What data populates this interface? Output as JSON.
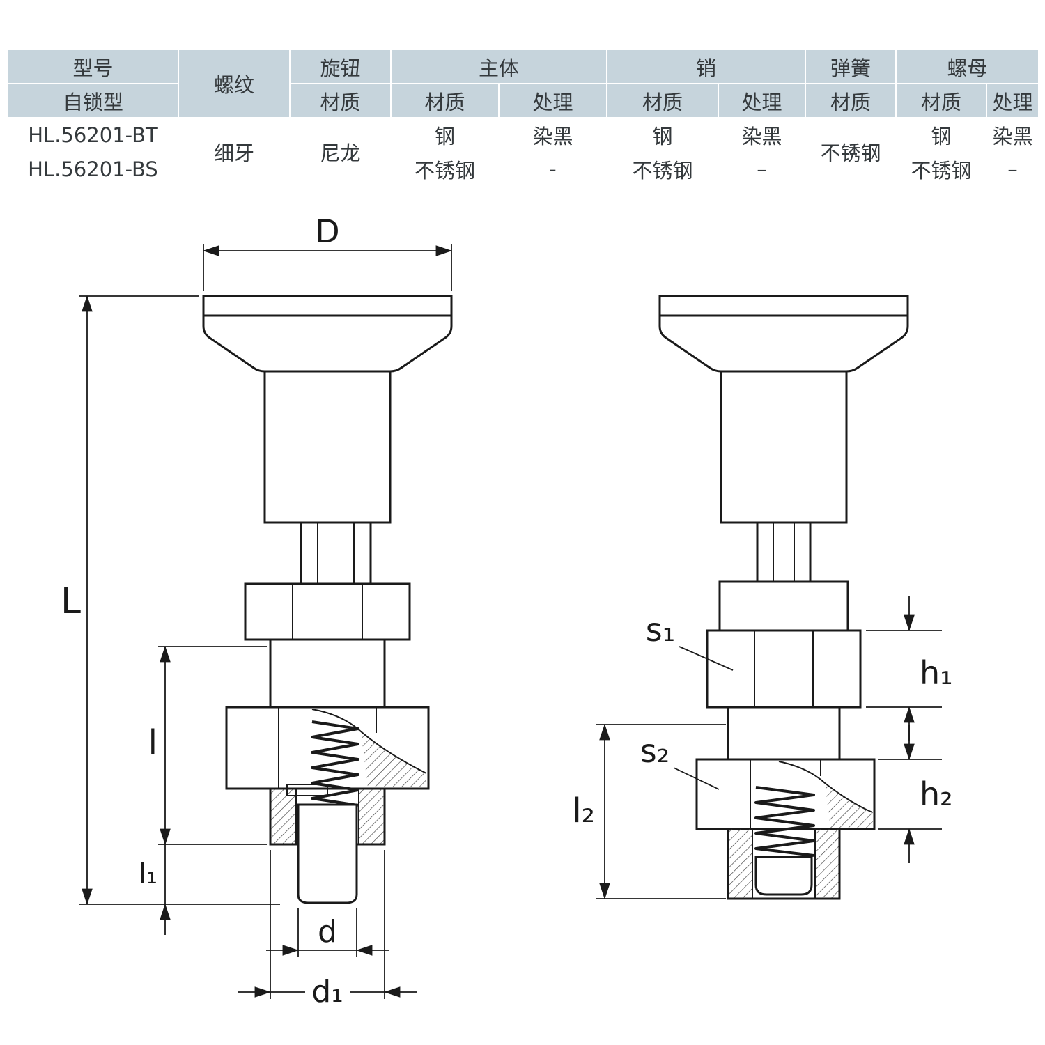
{
  "table": {
    "header": {
      "model": "型号",
      "model_sub": "自锁型",
      "thread": "螺纹",
      "knob": "旋钮",
      "body": "主体",
      "pin": "销",
      "spring": "弹簧",
      "nut": "螺母",
      "material": "材质",
      "treatment": "处理"
    },
    "merged": {
      "thread_value": "细牙",
      "knob_material": "尼龙",
      "spring_material": "不锈钢"
    },
    "rows": [
      {
        "model": "HL.56201-BT",
        "body_material": "钢",
        "body_treatment": "染黑",
        "pin_material": "钢",
        "pin_treatment": "染黑",
        "nut_material": "钢",
        "nut_treatment": "染黑"
      },
      {
        "model": "HL.56201-BS",
        "body_material": "不锈钢",
        "body_treatment": "-",
        "pin_material": "不锈钢",
        "pin_treatment": "–",
        "nut_material": "不锈钢",
        "nut_treatment": "–"
      }
    ]
  },
  "drawing": {
    "labels": {
      "D": "D",
      "L": "L",
      "l": "l",
      "l1": "l₁",
      "d": "d",
      "d1": "d₁",
      "s1": "s₁",
      "h1": "h₁",
      "s2": "s₂",
      "h2": "h₂",
      "l2": "l₂"
    }
  },
  "colors": {
    "header-bg": "#c6d4dc",
    "line": "#1a1a1a",
    "text": "#34393c"
  }
}
